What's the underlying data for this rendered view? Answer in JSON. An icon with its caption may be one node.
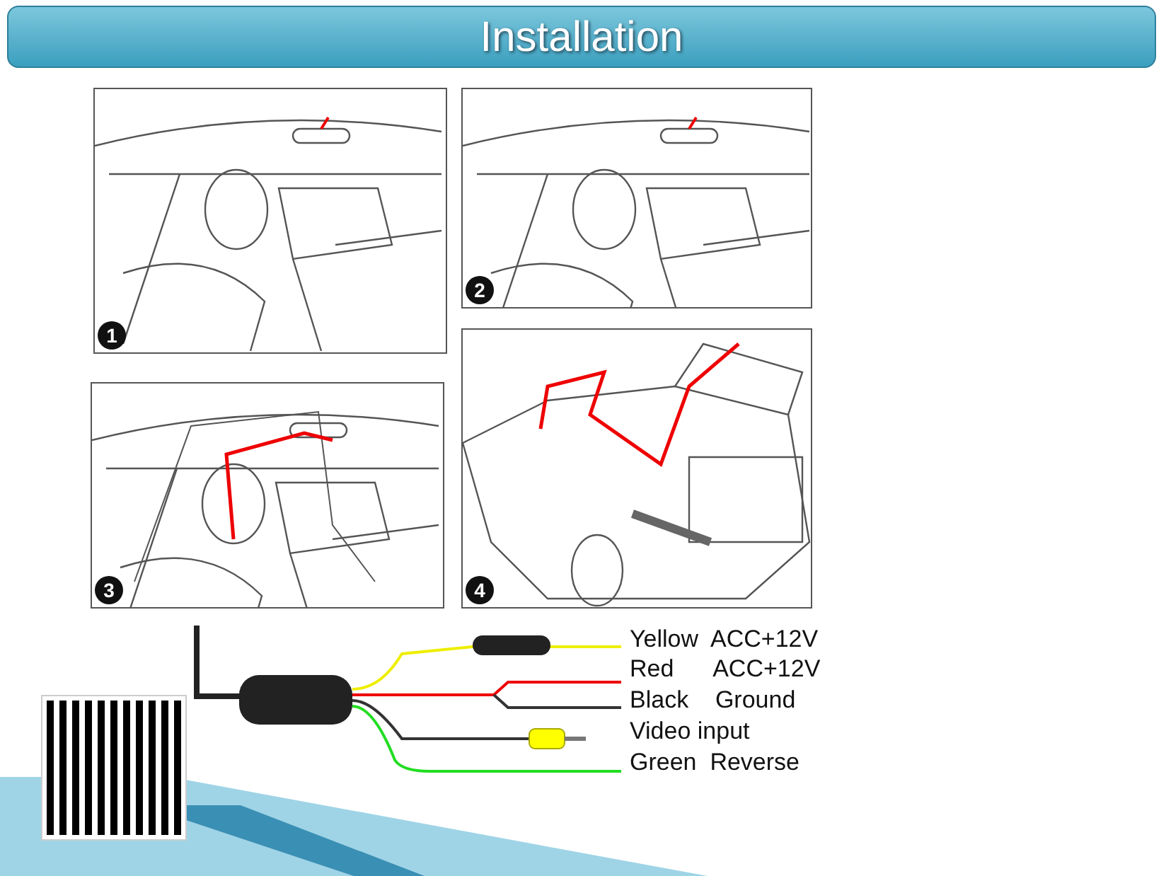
{
  "diagram": {
    "title": "Installation",
    "labels": [
      "1",
      "2",
      "3",
      "4",
      "Yellow  ACC+12V",
      "Red      ACC+12V",
      "Black    Ground",
      "Video input",
      "Green  Reverse"
    ]
  }
}
